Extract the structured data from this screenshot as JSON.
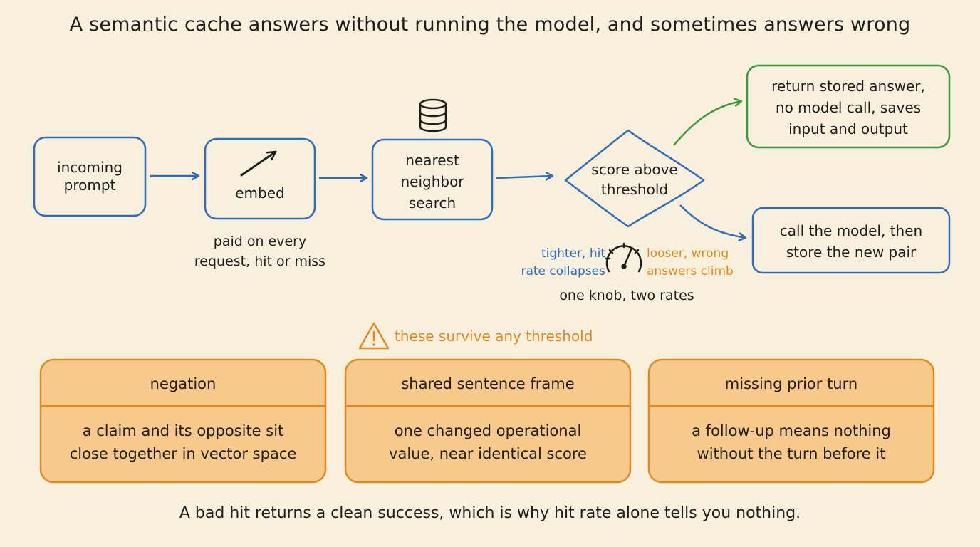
{
  "title": "A semantic cache answers without running the model, and sometimes answers wrong",
  "flow": {
    "incoming": [
      "incoming",
      "prompt"
    ],
    "embed": "embed",
    "search": [
      "nearest",
      "neighbor",
      "search"
    ],
    "decision": [
      "score above",
      "threshold"
    ],
    "hit": [
      "return stored answer,",
      "no model call, saves",
      "input and output"
    ],
    "miss": [
      "call the model, then",
      "store the new pair"
    ]
  },
  "notes": {
    "embed_cost": [
      "paid on every",
      "request, hit or miss"
    ],
    "tighter": [
      "tighter, hit",
      "rate collapses"
    ],
    "looser": [
      "looser, wrong",
      "answers climb"
    ],
    "knob": "one knob, two rates"
  },
  "warning": "these survive any threshold",
  "cards": [
    {
      "head": "negation",
      "body": [
        "a claim and its opposite sit",
        "close together in vector space"
      ]
    },
    {
      "head": "shared sentence frame",
      "body": [
        "one changed operational",
        "value, near identical score"
      ]
    },
    {
      "head": "missing prior turn",
      "body": [
        "a follow-up means nothing",
        "without the turn before it"
      ]
    }
  ],
  "footer": "A bad hit returns a clean success, which is why hit rate alone tells you nothing.",
  "icons": {
    "database": "database-icon",
    "embed_arrow": "vector-arrow-icon",
    "gauge": "gauge-icon",
    "warning": "warning-icon"
  },
  "colors": {
    "background": "#f8f0dc",
    "blue": "#2f6dbf",
    "green": "#3a9a3e",
    "orange": "#e08a1e",
    "card_fill": "#f7c98a",
    "ink": "#1e1e1e"
  }
}
